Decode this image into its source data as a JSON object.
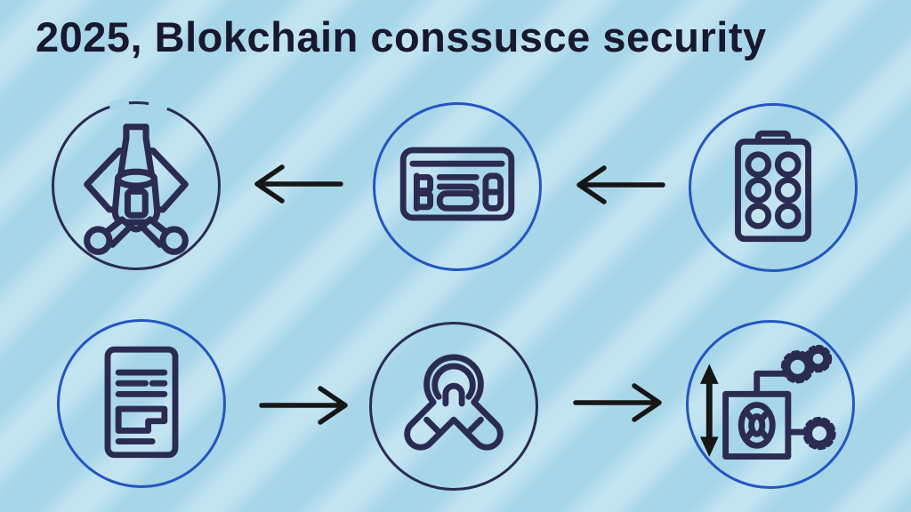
{
  "title": "2025, Blokchain conssusce security",
  "palette": {
    "background": "#a7d6e9",
    "stripe": "#c2e4f1",
    "navy": "#2b2b52",
    "blue_ring": "#2456c0",
    "arrow": "#161616",
    "title_color": "#18182e"
  },
  "flow": {
    "rows": [
      {
        "name": "top",
        "arrow_direction": "left",
        "nodes": [
          {
            "icon": "robot-claw-icon",
            "ring": "navy"
          },
          {
            "icon": "control-card-icon",
            "ring": "blue"
          },
          {
            "icon": "token-board-icon",
            "ring": "blue"
          }
        ]
      },
      {
        "name": "bottom",
        "arrow_direction": "right",
        "nodes": [
          {
            "icon": "document-icon",
            "ring": "blue"
          },
          {
            "icon": "keyhole-figure-icon",
            "ring": "navy"
          },
          {
            "icon": "valve-gears-icon",
            "ring": "blue"
          }
        ]
      }
    ]
  }
}
